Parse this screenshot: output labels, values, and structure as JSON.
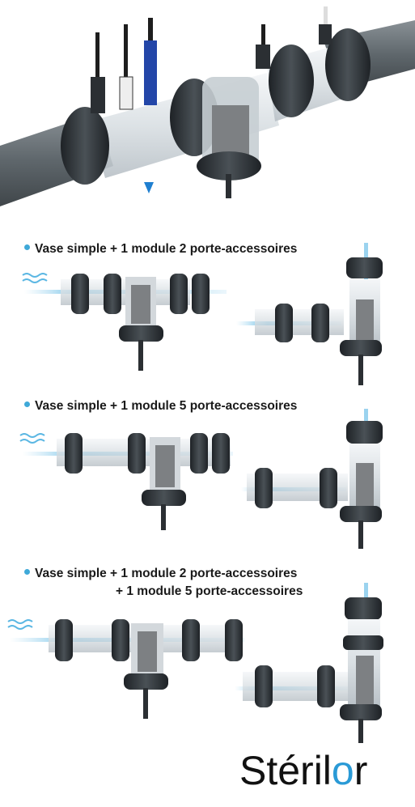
{
  "captions": [
    "Vase simple + 1 module 2 porte-accessoires",
    "Vase simple + 1 module 5 porte-accessoires",
    "Vase simple + 1 module 2 porte-accessoires",
    "+ 1 module 5 porte-accessoires"
  ],
  "logo": {
    "text_before": "Stéril",
    "text_accent": "o",
    "text_after": "r"
  },
  "colors": {
    "accent": "#3fa9d8",
    "pipe": "#6b7378",
    "union": "#2b2f33",
    "body": "#e8ecef"
  }
}
